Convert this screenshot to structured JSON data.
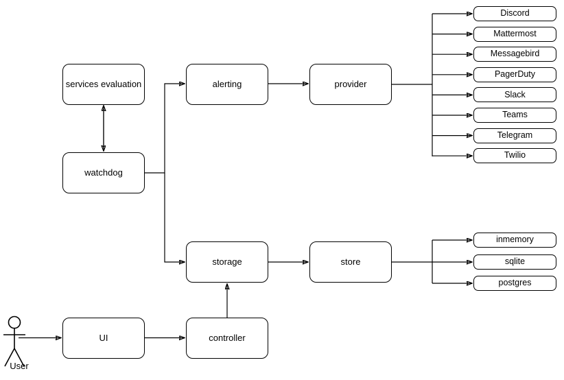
{
  "diagram": {
    "title": "Alerting and storage architecture flow",
    "background_color": "#ffffff",
    "stroke_color": "#000000",
    "node_fill": "#ffffff"
  },
  "actor": {
    "label": "User",
    "icon": "stick-figure-actor-icon"
  },
  "nodes": {
    "services_evaluation": "services evaluation",
    "watchdog": "watchdog",
    "alerting": "alerting",
    "provider": "provider",
    "storage": "storage",
    "store": "store",
    "ui": "UI",
    "controller": "controller"
  },
  "providers": [
    {
      "label": "Discord"
    },
    {
      "label": "Mattermost"
    },
    {
      "label": "Messagebird"
    },
    {
      "label": "PagerDuty"
    },
    {
      "label": "Slack"
    },
    {
      "label": "Teams"
    },
    {
      "label": "Telegram"
    },
    {
      "label": "Twilio"
    }
  ],
  "stores": [
    {
      "label": "inmemory"
    },
    {
      "label": "sqlite"
    },
    {
      "label": "postgres"
    }
  ],
  "edges": [
    {
      "from": "User",
      "to": "UI",
      "type": "arrow"
    },
    {
      "from": "UI",
      "to": "controller",
      "type": "arrow"
    },
    {
      "from": "controller",
      "to": "storage",
      "type": "arrow"
    },
    {
      "from": "watchdog",
      "to": "services evaluation",
      "type": "double-arrow"
    },
    {
      "from": "watchdog",
      "to": "alerting",
      "type": "arrow"
    },
    {
      "from": "watchdog",
      "to": "storage",
      "type": "arrow"
    },
    {
      "from": "alerting",
      "to": "provider",
      "type": "arrow"
    },
    {
      "from": "storage",
      "to": "store",
      "type": "arrow"
    },
    {
      "from": "provider",
      "to": "Discord",
      "type": "arrow"
    },
    {
      "from": "provider",
      "to": "Mattermost",
      "type": "arrow"
    },
    {
      "from": "provider",
      "to": "Messagebird",
      "type": "arrow"
    },
    {
      "from": "provider",
      "to": "PagerDuty",
      "type": "arrow"
    },
    {
      "from": "provider",
      "to": "Slack",
      "type": "arrow"
    },
    {
      "from": "provider",
      "to": "Teams",
      "type": "arrow"
    },
    {
      "from": "provider",
      "to": "Telegram",
      "type": "arrow"
    },
    {
      "from": "provider",
      "to": "Twilio",
      "type": "arrow"
    },
    {
      "from": "store",
      "to": "inmemory",
      "type": "arrow"
    },
    {
      "from": "store",
      "to": "sqlite",
      "type": "arrow"
    },
    {
      "from": "store",
      "to": "postgres",
      "type": "arrow"
    }
  ]
}
